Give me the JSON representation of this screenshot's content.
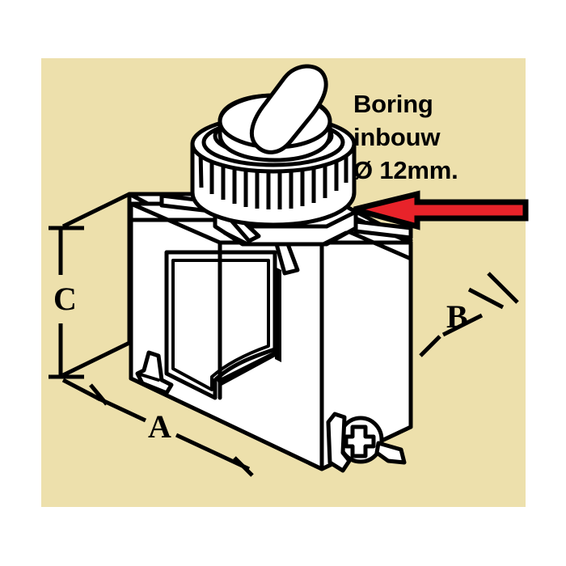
{
  "document": {
    "title": "Toggle switch mounting diagram",
    "language": "nl",
    "background_color": "#ffffff",
    "plate_color": "#ede0ac"
  },
  "callout": {
    "name": "boring-inbouw-callout",
    "line1": "Boring",
    "line2": "inbouw",
    "line3": "Ø 12mm.",
    "text_color": "#000000",
    "arrow": {
      "name": "red-pointer-arrow",
      "direction": "left",
      "fill_color": "#e8232a",
      "outline_color": "#000000",
      "points_to": "switch-bushing-nut"
    }
  },
  "dimensions": {
    "height_label": "C",
    "width_label": "A",
    "depth_label": "B"
  },
  "drawing": {
    "subject": "toggle-switch-in-enclosure",
    "line_color": "#000000",
    "fill_color": "#ffffff",
    "parts": [
      "toggle-lever",
      "knurled-bushing-nut",
      "bushing-washer",
      "hex-base-plate",
      "mounting-tabs",
      "enclosure-body",
      "label-recess",
      "mounting-foot-left",
      "terminal-screw-right"
    ]
  }
}
